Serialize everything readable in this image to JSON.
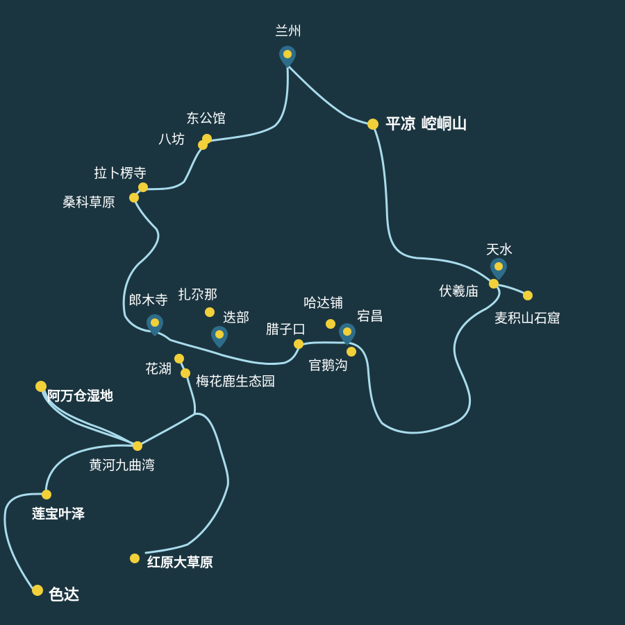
{
  "colors": {
    "background": "#1b3540",
    "route": "#a9dcec",
    "marker_dot": "#f1d03a",
    "pin": "#2e6d8a",
    "label": "#ffffff"
  },
  "places": {
    "lanzhou": "兰州",
    "donggongguan": "东公馆",
    "bafang": "八坊",
    "labuleng": "拉卜楞寺",
    "sangke": "桑科草原",
    "pingliang": "平凉 崆峒山",
    "tianshui": "天水",
    "fuxi": "伏羲庙",
    "maiji": "麦积山石窟",
    "langmu": "郎木寺",
    "zhagana": "扎尕那",
    "diebu": "迭部",
    "hadapu": "哈达铺",
    "dangchang": "宕昌",
    "lazikou": "腊子口",
    "guanegou": "官鹅沟",
    "huahu": "花湖",
    "meihualu": "梅花鹿生态园",
    "awancang": "阿万仓湿地",
    "jiuquwan": "黄河九曲湾",
    "lianbao": "莲宝叶泽",
    "hongyuan": "红原大草原",
    "seda": "色达"
  },
  "icons": {
    "pin": "map-pin-icon",
    "dot": "location-dot-icon"
  }
}
